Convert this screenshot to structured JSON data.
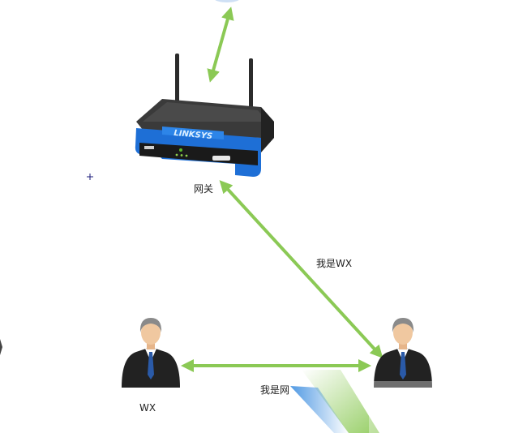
{
  "diagram": {
    "nodes": {
      "gateway": {
        "brand": "LINKSYS",
        "label": "网关"
      },
      "person_left": {
        "label": "WX"
      },
      "person_right": {
        "label": ""
      }
    },
    "edges": {
      "gateway_to_right": {
        "label": "我是WX"
      },
      "right_to_left": {
        "label": "我是网"
      }
    }
  },
  "colors": {
    "arrow": "#8bc955",
    "router_blue": "#1e6fd6",
    "router_dark": "#2b2b2b",
    "suit": "#222222",
    "skin": "#f0c8a0",
    "hair": "#8a8a8a",
    "tie": "#2a5aa8"
  }
}
